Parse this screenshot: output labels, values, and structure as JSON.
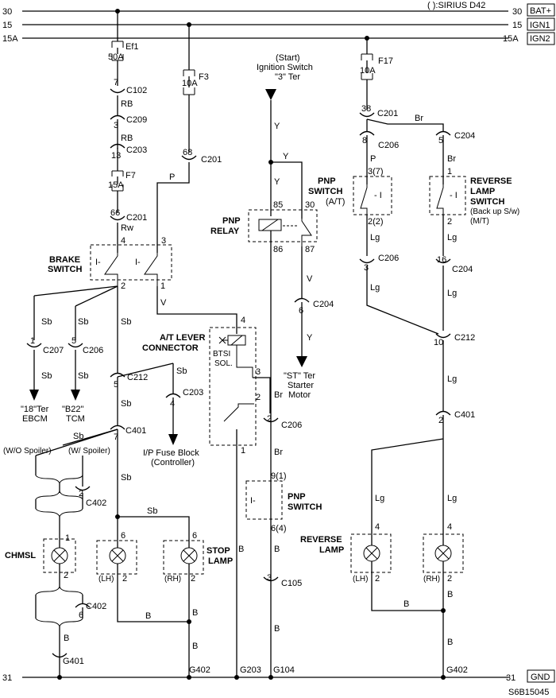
{
  "buses": {
    "b30": {
      "left": "30",
      "right": "30",
      "box": "BAT+",
      "note": "( ):SIRIUS D42"
    },
    "b15": {
      "left": "15",
      "right": "15",
      "box": "IGN1"
    },
    "b15a": {
      "left": "15A",
      "right": "15A",
      "box": "IGN2"
    },
    "b31": {
      "left": "31",
      "right": "31",
      "box": "GND"
    }
  },
  "fuses": {
    "ef1": {
      "name": "Ef1",
      "rating": "50A"
    },
    "f3": {
      "name": "F3",
      "rating": "10A"
    },
    "f7": {
      "name": "F7",
      "rating": "15A"
    },
    "f17": {
      "name": "F17",
      "rating": "10A"
    }
  },
  "connectors": {
    "c102": {
      "pin": "7",
      "name": "C102"
    },
    "c209": {
      "pin": "3",
      "name": "C209"
    },
    "c203a": {
      "pin": "13",
      "name": "C203"
    },
    "c201a": {
      "pin": "66",
      "name": "C201"
    },
    "c201b": {
      "pin": "68",
      "name": "C201"
    },
    "c201c": {
      "pin": "38",
      "name": "C201"
    },
    "c206a": {
      "pin": "8",
      "name": "C206"
    },
    "c204a": {
      "pin": "5",
      "name": "C204"
    },
    "c207": {
      "pin": "1",
      "name": "C207"
    },
    "c206b": {
      "pin": "5",
      "name": "C206"
    },
    "c212a": {
      "pin": "5",
      "name": "C212"
    },
    "c203b": {
      "pin": "4",
      "name": "C203"
    },
    "c401a": {
      "pin": "7",
      "name": "C401"
    },
    "c402a": {
      "pin": "2",
      "name": "C402"
    },
    "c402b": {
      "pin": "6",
      "name": "C402"
    },
    "c204b": {
      "pin": "6",
      "name": "C204"
    },
    "c206c": {
      "pin": "2",
      "name": "C206"
    },
    "c105": {
      "pin": "3",
      "name": "C105"
    },
    "c206d": {
      "pin": "3",
      "name": "C206"
    },
    "c204c": {
      "pin": "16",
      "name": "C204"
    },
    "c212b": {
      "pin": "10",
      "name": "C212"
    },
    "c401b": {
      "pin": "2",
      "name": "C401"
    }
  },
  "wires": {
    "rb": "RB",
    "rw": "Rw",
    "p": "P",
    "y": "Y",
    "br": "Br",
    "sb": "Sb",
    "v": "V",
    "lg": "Lg",
    "b": "B"
  },
  "components": {
    "ignition": {
      "l1": "(Start)",
      "l2": "Ignition Switch",
      "l3": "\"3\" Ter"
    },
    "brake_switch": {
      "l1": "BRAKE",
      "l2": "SWITCH",
      "p4": "4",
      "p3": "3",
      "p2": "2",
      "p1": "1"
    },
    "pnp_relay": {
      "l1": "PNP",
      "l2": "RELAY",
      "p85": "85",
      "p30": "30",
      "p86": "86",
      "p87": "87"
    },
    "pnp_switch_at": {
      "l1": "PNP",
      "l2": "SWITCH",
      "l3": "(A/T)",
      "p_top": "3(7)",
      "p_bot": "2(2)"
    },
    "reverse_switch": {
      "l1": "REVERSE",
      "l2": "LAMP",
      "l3": "SWITCH",
      "l4": "(Back up S/w)",
      "l5": "(M/T)",
      "p1": "1",
      "p2": "2"
    },
    "at_lever": {
      "l1": "A/T LEVER",
      "l2": "CONNECTOR",
      "p4": "4",
      "sol1": "BTSI",
      "sol2": "SOL.",
      "p3": "3",
      "p2": "2",
      "p1": "1"
    },
    "pnp_switch": {
      "l1": "PNP",
      "l2": "SWITCH",
      "p_top": "9(1)",
      "p_bot": "6(4)"
    },
    "chmsl": {
      "label": "CHMSL",
      "p1": "1",
      "p2": "2"
    },
    "stop_lamp": {
      "l1": "STOP",
      "l2": "LAMP",
      "lh": "(LH)",
      "rh": "(RH)",
      "p6": "6",
      "p2": "2"
    },
    "reverse_lamp": {
      "l1": "REVERSE",
      "l2": "LAMP",
      "lh": "(LH)",
      "rh": "(RH)",
      "p4": "4",
      "p2": "2"
    }
  },
  "destinations": {
    "ebcm": {
      "l1": "\"18\"Ter",
      "l2": "EBCM"
    },
    "tcm": {
      "l1": "\"B22\"",
      "l2": "TCM"
    },
    "ipfuse": {
      "l1": "I/P Fuse Block",
      "l2": "(Controller)"
    },
    "starter": {
      "l1": "\"ST\" Ter",
      "l2": "Starter",
      "l3": "Motor"
    }
  },
  "spoiler": {
    "without": "(W/O Spoiler)",
    "with": "(W/ Spoiler)"
  },
  "grounds": {
    "g401": "G401",
    "g402a": "G402",
    "g203": "G203",
    "g104": "G104",
    "g402b": "G402"
  },
  "figure_id": "S6B15045"
}
